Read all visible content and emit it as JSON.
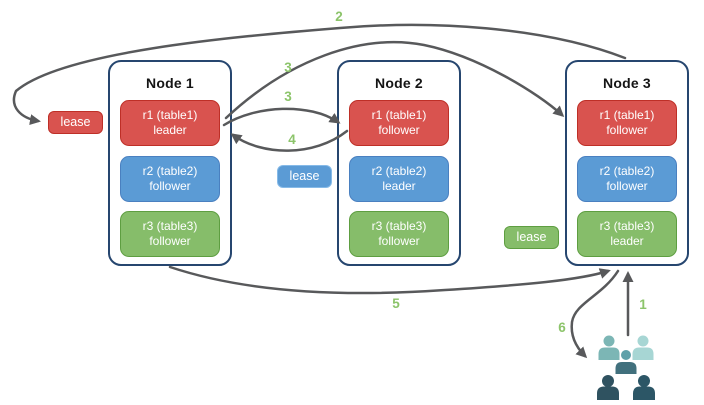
{
  "nodes": [
    {
      "title": "Node 1",
      "ranges": [
        {
          "name": "r1 (table1)",
          "role": "leader",
          "color": "red"
        },
        {
          "name": "r2 (table2)",
          "role": "follower",
          "color": "blue"
        },
        {
          "name": "r3 (table3)",
          "role": "follower",
          "color": "green"
        }
      ]
    },
    {
      "title": "Node 2",
      "ranges": [
        {
          "name": "r1 (table1)",
          "role": "follower",
          "color": "red"
        },
        {
          "name": "r2 (table2)",
          "role": "leader",
          "color": "blue"
        },
        {
          "name": "r3 (table3)",
          "role": "follower",
          "color": "green"
        }
      ]
    },
    {
      "title": "Node 3",
      "ranges": [
        {
          "name": "r1 (table1)",
          "role": "follower",
          "color": "red"
        },
        {
          "name": "r2 (table2)",
          "role": "follower",
          "color": "blue"
        },
        {
          "name": "r3 (table3)",
          "role": "leader",
          "color": "green"
        }
      ]
    }
  ],
  "leases": [
    {
      "label": "lease",
      "range": "r1",
      "color": "red"
    },
    {
      "label": "lease",
      "range": "r2",
      "color": "blue"
    },
    {
      "label": "lease",
      "range": "r3",
      "color": "green"
    }
  ],
  "steps": [
    {
      "label": "1"
    },
    {
      "label": "2"
    },
    {
      "label": "3"
    },
    {
      "label": "3"
    },
    {
      "label": "4"
    },
    {
      "label": "5"
    },
    {
      "label": "6"
    }
  ],
  "icons": {
    "users_group": "users-icon"
  },
  "colors": {
    "range_red": "#D9534F",
    "range_blue": "#5B9BD5",
    "range_green": "#86BD6A",
    "node_border": "#26466F",
    "arrow_gray": "#58595B",
    "step_green": "#8CC46A",
    "users_teal_light": "#A7D6D4",
    "users_teal": "#7CB6B5",
    "users_dark": "#2F5260"
  }
}
